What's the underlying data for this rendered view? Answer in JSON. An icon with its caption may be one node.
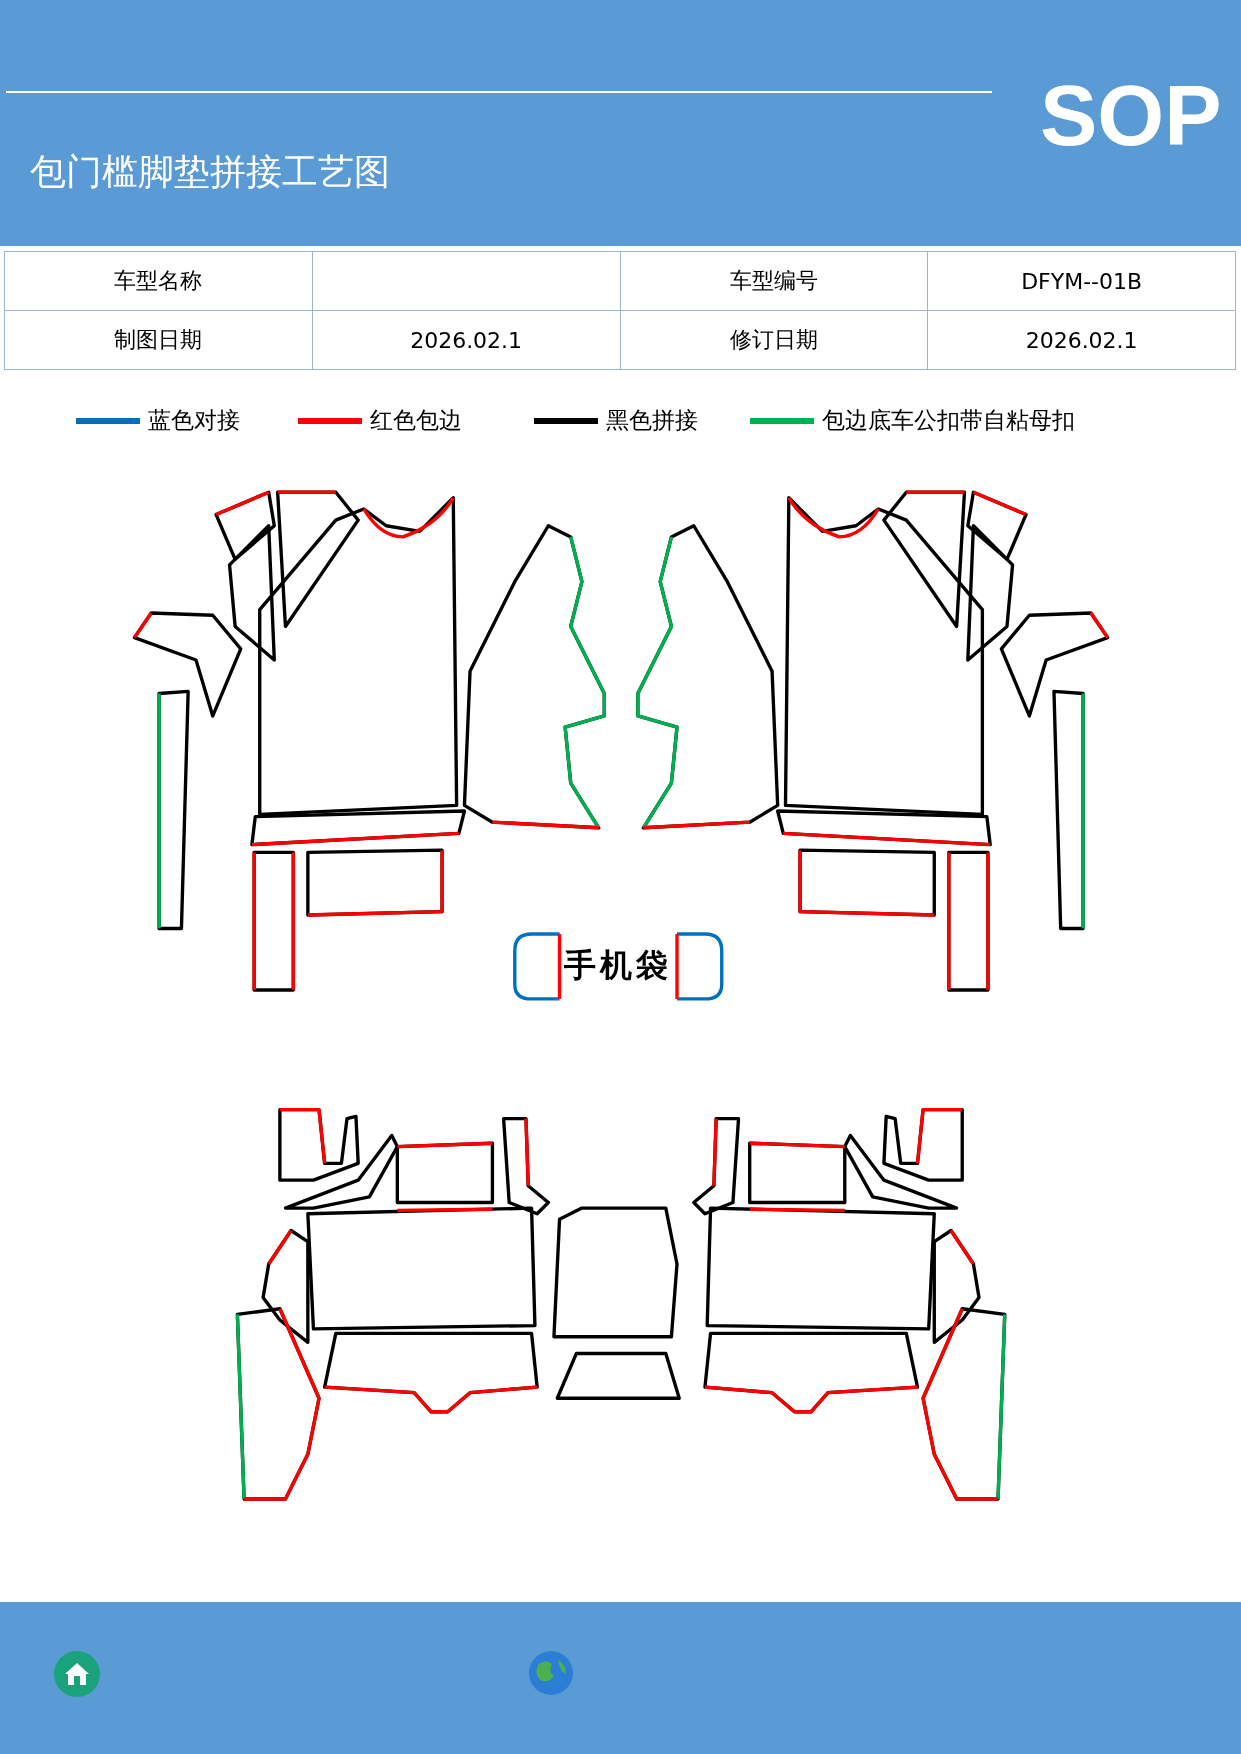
{
  "diagram": {
    "title": "包门槛脚垫拼接工艺图",
    "labels": [
      "SOP",
      "车型名称",
      "车型编号",
      "DFYM--01B",
      "制图日期",
      "2026.02.1",
      "修订日期",
      "2026.02.1",
      "手机袋"
    ],
    "legend": [
      {
        "text": "蓝色对接",
        "color": "#0070c0"
      },
      {
        "text": "红色包边",
        "color": "#ff0000"
      },
      {
        "text": "黑色拼接",
        "color": "#000000"
      },
      {
        "text": "包边底车公扣带自粘母扣",
        "color": "#00b050"
      }
    ]
  }
}
